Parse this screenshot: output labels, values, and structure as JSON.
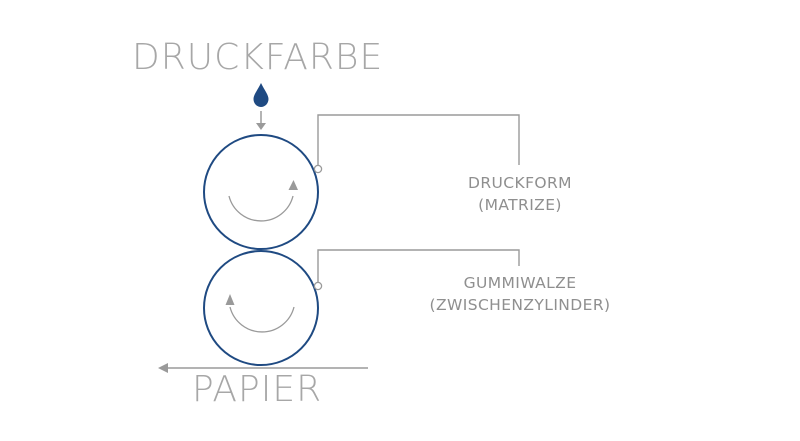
{
  "labels": {
    "ink": "DRUCKFARBE",
    "paper": "PAPIER",
    "plate_cylinder": {
      "line1": "DRUCKFORM",
      "line2": "(MATRIZE)"
    },
    "blanket_cylinder": {
      "line1": "GUMMIWALZE",
      "line2": "(ZWISCHENZYLINDER)"
    }
  },
  "colors": {
    "cylinder_outline": "#1f4a82",
    "ink_drop": "#1f4a82",
    "arrows_and_lines": "#9a9a9a",
    "label_text": "#a7a7a7"
  },
  "icons": {
    "ink_drop": "ink-drop-icon",
    "rotation_plate": "clockwise-rotation-arrow-icon",
    "rotation_blanket": "counterclockwise-rotation-arrow-icon"
  }
}
